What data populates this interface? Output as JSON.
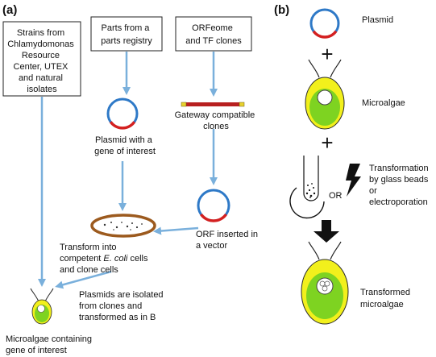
{
  "panel_a": {
    "label": "(a)",
    "box_strains": [
      "Strains from",
      "Chlamydomonas",
      "Resource",
      "Center, UTEX",
      "and natural",
      "isolates"
    ],
    "box_parts": [
      "Parts from a",
      "parts registry"
    ],
    "box_orfeome": [
      "ORFeome",
      "and TF clones"
    ],
    "gateway_label": [
      "Gateway compatible",
      "clones"
    ],
    "plasmid_gene_label": [
      "Plasmid with a",
      "gene of interest"
    ],
    "orf_vector_label": [
      "ORF inserted in",
      "a vector"
    ],
    "transform_label": {
      "line1": "Transform into",
      "line2_prefix": "competent ",
      "line2_italic": "E. coli",
      "line2_suffix": " cells",
      "line3": "and clone cells"
    },
    "isolated_label": [
      "Plasmids are isolated",
      "from clones and",
      "transformed as in B"
    ],
    "microalgae_gene_label": [
      "Microalgae containing",
      "gene of interest"
    ]
  },
  "panel_b": {
    "label": "(b)",
    "plasmid_label": "Plasmid",
    "plus_sign": "+",
    "microalgae_label": "Microalgae",
    "or_label": "OR",
    "transformation_label": [
      "Transformation",
      "by glass beads",
      "or",
      "electroporation"
    ],
    "transformed_label": [
      "Transformed",
      "microalgae"
    ]
  },
  "colors": {
    "arrow": "#7ab0dc",
    "plasmid_blue": "#2e79c7",
    "plasmid_red": "#d42020",
    "algae_yellow": "#f2f01c",
    "algae_green": "#7ed321",
    "dish_brown": "#9c5a1e",
    "gateway_red": "#b82020",
    "gateway_yellow": "#e8d12e"
  }
}
